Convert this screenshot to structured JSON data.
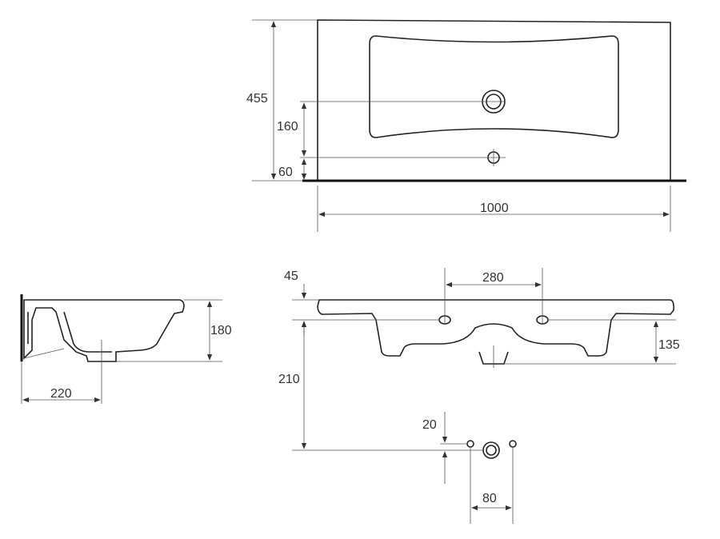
{
  "title": "Washbasin technical drawing",
  "top_view": {
    "depth": "455",
    "drain_offset": "160",
    "tap_offset": "60",
    "width": "1000"
  },
  "side_view": {
    "height": "180",
    "drain_distance": "220"
  },
  "front_view": {
    "rim": "45",
    "hole_spacing": "280",
    "leg_height": "135",
    "drain_height": "210"
  },
  "mounting_detail": {
    "offset": "20",
    "spacing": "80"
  },
  "colors": {
    "line": "#222222",
    "dimension": "#555555"
  }
}
